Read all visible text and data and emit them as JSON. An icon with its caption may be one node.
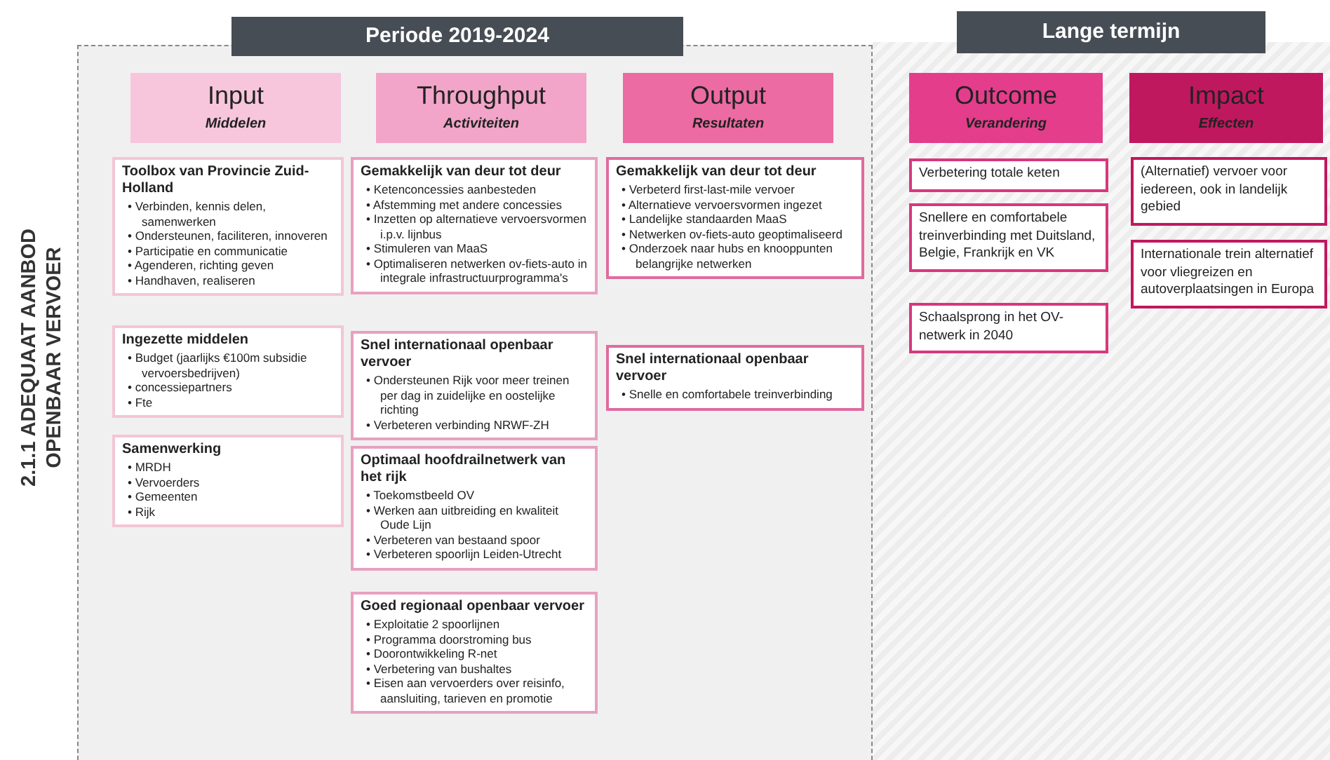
{
  "diagram": {
    "nodes": [
      {
        "text": [
          "Periode 2019-2024"
        ]
      },
      {
        "text": [
          "Lange termijn"
        ]
      },
      {
        "text": [
          "Input",
          "Middelen"
        ],
        "in": 0
      },
      {
        "text": [
          "Throughput",
          "Activiteiten"
        ],
        "in": 0
      },
      {
        "text": [
          "Output",
          "Resultaten"
        ],
        "in": 0
      },
      {
        "text": [
          "Outcome",
          "Verandering"
        ],
        "in": 1
      },
      {
        "text": [
          "Impact",
          "Effecten"
        ],
        "in": 1
      },
      {
        "text": [
          "Toolbox van Provincie Zuid-Holland",
          "• Verbinden, kennis delen, samenwerken",
          "• Ondersteunen, faciliteren, innoveren",
          "• Participatie en communicatie",
          "• Agenderen, richting geven",
          "• Handhaven, realiseren"
        ],
        "in": 0
      },
      {
        "text": [
          "Ingezette middelen",
          "• Budget (jaarlijks €100m subsidie vervoersbedrijven)",
          "• concessiepartners",
          "• Fte"
        ],
        "in": 0
      },
      {
        "text": [
          "Samenwerking",
          "• MRDH",
          "• Vervoerders",
          "• Gemeenten",
          "• Rijk"
        ],
        "in": 0
      },
      {
        "text": [
          "Gemakkelijk van deur tot deur",
          "• Ketenconcessies aanbesteden",
          "• Afstemming met andere concessies",
          "• Inzetten op alternatieve vervoersvormen i.p.v. lijnbus",
          "• Stimuleren van MaaS",
          "• Optimaliseren netwerken ov-fiets-auto in integrale infrastructuurprogramma's"
        ],
        "in": 0
      },
      {
        "text": [
          "Snel internationaal openbaar vervoer",
          "• Ondersteunen Rijk voor meer treinen per dag in zuidelijke en oostelijke richting",
          "• Verbeteren verbinding NRWF-ZH"
        ],
        "in": 0
      },
      {
        "text": [
          "Optimaal hoofdrailnetwerk van het rijk",
          "• Toekomstbeeld OV",
          "• Werken aan uitbreiding en kwaliteit Oude Lijn",
          "• Verbeteren van bestaand spoor",
          "• Verbeteren spoorlijn Leiden-Utrecht"
        ],
        "in": 0
      },
      {
        "text": [
          "Goed regionaal openbaar vervoer",
          "• Exploitatie 2 spoorlijnen",
          "• Programma doorstroming bus",
          "• Doorontwikkeling R-net",
          "• Verbetering van bushaltes",
          "• Eisen aan vervoerders over reisinfo, aansluiting, tarieven en promotie"
        ],
        "in": 0
      },
      {
        "text": [
          "Gemakkelijk van deur tot deur",
          "• Verbeterd first-last-mile vervoer",
          "• Alternatieve vervoersvormen ingezet",
          "• Landelijke standaarden MaaS",
          "• Netwerken ov-fiets-auto geoptimaliseerd",
          "• Onderzoek naar hubs en knooppunten belangrijke netwerken"
        ],
        "in": 0
      },
      {
        "text": [
          "Snel internationaal openbaar vervoer",
          "• Snelle en comfortabele treinverbinding"
        ],
        "in": 0
      },
      {
        "text": [
          "Verbetering totale keten"
        ],
        "in": 1
      },
      {
        "text": [
          "Snellere en comfortabele treinverbinding met Duitsland, Belgie, Frankrijk en VK"
        ],
        "in": 1
      },
      {
        "text": [
          "Schaalsprong in het OV-netwerk in 2040"
        ],
        "in": 1
      },
      {
        "text": [
          "(Alternatief) vervoer voor iedereen, ook in landelijk gebied"
        ],
        "in": 1
      },
      {
        "text": [
          "Internationale trein alternatief voor vliegreizen en autoverplaatsingen in Europa"
        ],
        "in": 1
      }
    ],
    "labels": [
      "2.1.1 ADEQUAAT AANBOD OPENBAAR VERVOER"
    ]
  }
}
